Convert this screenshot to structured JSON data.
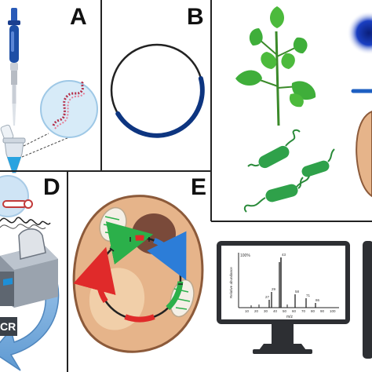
{
  "panels": {
    "a": {
      "letter": "A"
    },
    "b": {
      "letter": "B"
    },
    "d": {
      "letter": "D"
    },
    "e": {
      "letter": "E"
    }
  },
  "instrument_label": "CR",
  "spectrum": {
    "y_title": "Relative abundance",
    "y_max_label": "100%",
    "x_title": "m/z",
    "x_ticks": [
      "10",
      "20",
      "30",
      "40",
      "50",
      "60",
      "70",
      "80",
      "90",
      "100"
    ],
    "peak_labels": [
      "43",
      "29",
      "27",
      "58",
      "71",
      "86"
    ]
  },
  "colors": {
    "frame": "#222222",
    "pipette_blue": "#1e4fa6",
    "tube_blue": "#29a3e0",
    "plasmid_dark_blue": "#0d3580",
    "plant_green": "#3fae3a",
    "bacteria_green": "#2fa14a",
    "cell_fill": "#e6b48a",
    "cell_border": "#8c5a3a",
    "nucleus": "#7a4a3a",
    "gene_green": "#2bb04a",
    "gene_blue": "#2c7dd8",
    "gene_red": "#e02a2a",
    "arrow_blue": "#7fb3e0"
  },
  "icons": [
    "pipette-icon",
    "microtube-icon",
    "magnifier-icon",
    "dna-strand-icon",
    "plasmid-icon",
    "plant-icon",
    "bacteria-icon",
    "sequencer-icon",
    "recycle-arrow-icon",
    "cell-icon",
    "mitochondrion-icon",
    "monitor-icon"
  ]
}
